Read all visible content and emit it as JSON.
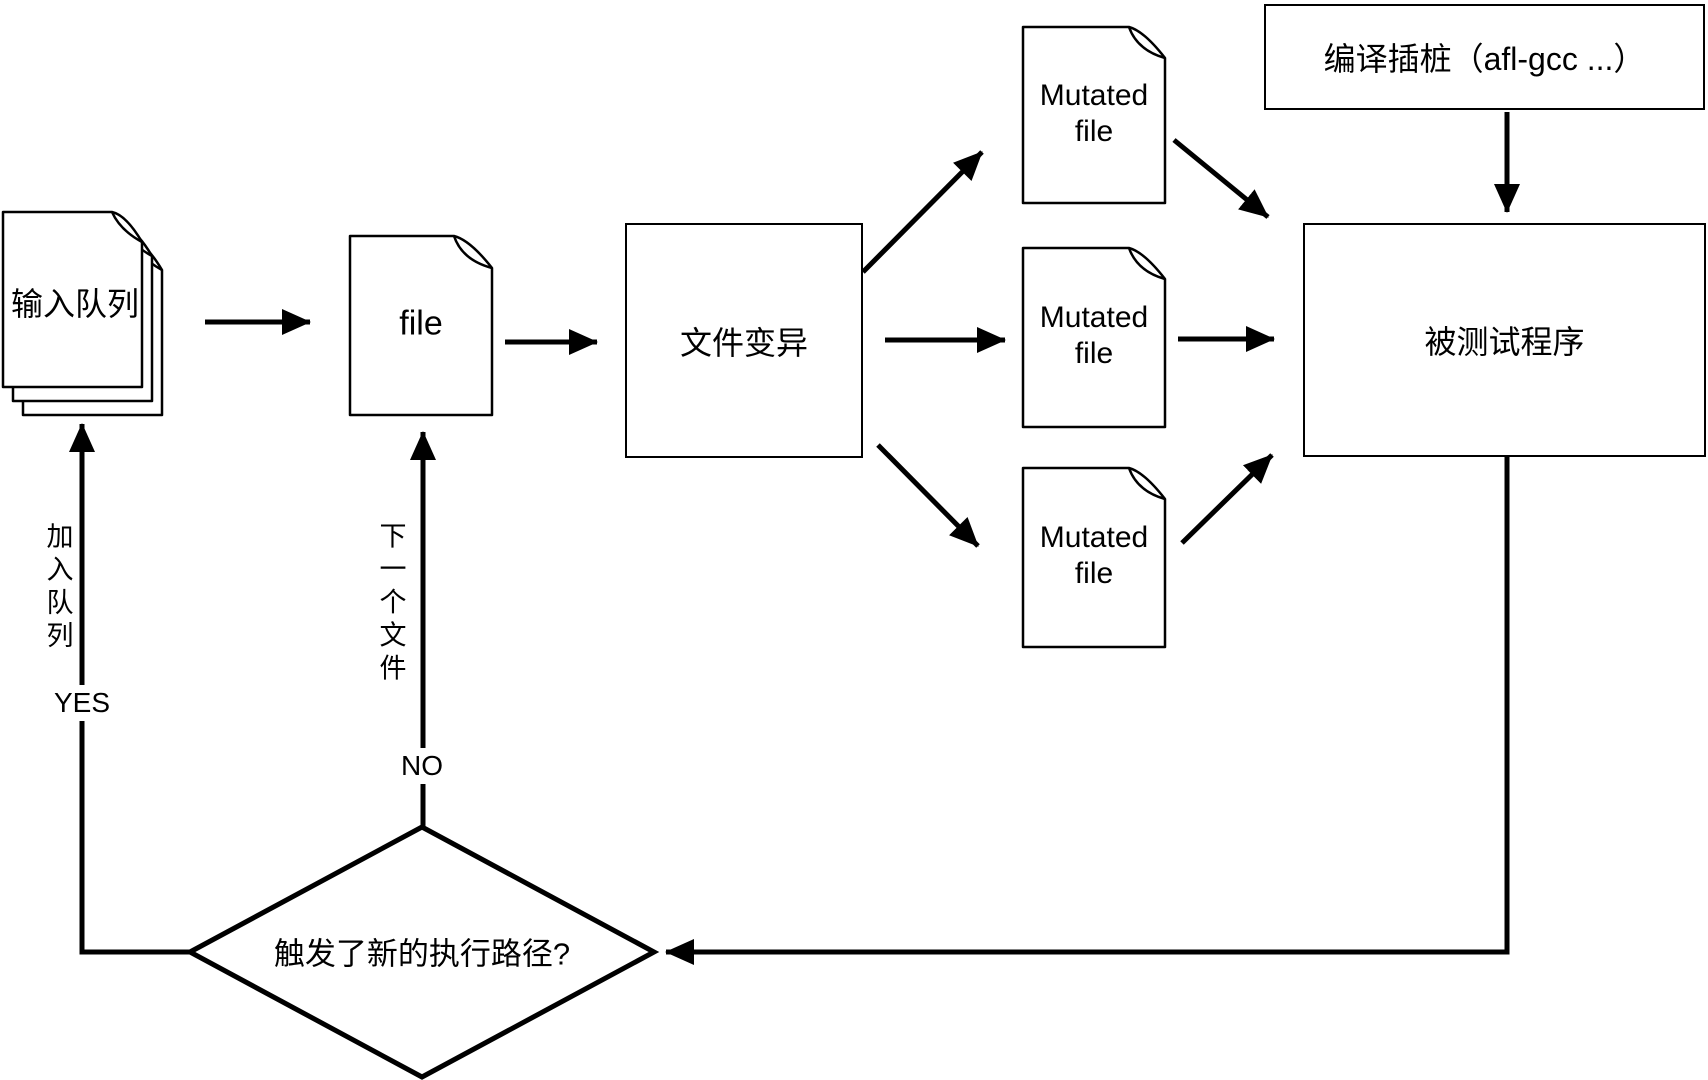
{
  "diagram": {
    "title": "AFL fuzzing workflow",
    "colors": {
      "stroke": "#000000",
      "background": "#ffffff"
    },
    "nodes": {
      "input_queue": {
        "label": "输入队列"
      },
      "seed_file": {
        "label": "file"
      },
      "mutation": {
        "label": "文件变异"
      },
      "mutated_files": [
        {
          "label": "Mutated file"
        },
        {
          "label": "Mutated file"
        },
        {
          "label": "Mutated file"
        }
      ],
      "instrumentation": {
        "label": "编译插桩（afl-gcc ...）"
      },
      "program_under_test": {
        "label": "被测试程序"
      },
      "decision": {
        "label": "触发了新的执行路径?"
      }
    },
    "edge_labels": {
      "yes": "YES",
      "no": "NO",
      "add_to_queue": "加入队列",
      "next_file": "下一个文件"
    }
  }
}
